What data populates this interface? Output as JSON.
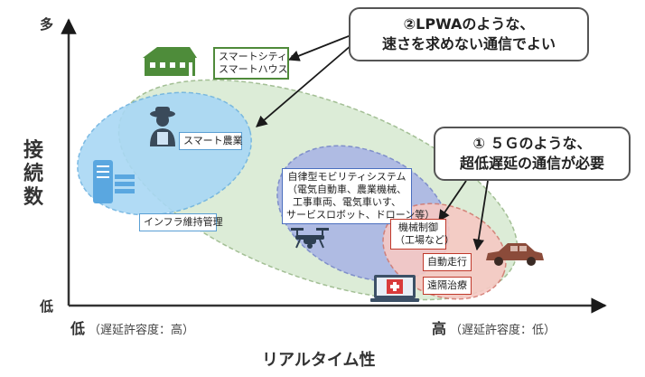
{
  "axes": {
    "y_high": "多",
    "y_low": "低",
    "y_label": [
      "接",
      "続",
      "数"
    ],
    "x_low_main": "低",
    "x_low_sub": "（遅延許容度：高）",
    "x_high_main": "高",
    "x_high_sub": "（遅延許容度：低）",
    "x_label": "リアルタイム性"
  },
  "callouts": {
    "lpwa": [
      "②LPWAのような、",
      "速さを求めない通信でよい"
    ],
    "fiveg": [
      "① ５Ｇのような、",
      "超低遅延の通信が必要"
    ]
  },
  "tags": {
    "smart_city": [
      "スマートシティ・",
      "スマートハウス"
    ],
    "smart_agri": [
      "スマート農業"
    ],
    "infra": [
      "インフラ維持管理"
    ],
    "mobility": [
      "自律型モビリティシステム",
      "（電気自動車、農業機械、",
      "工事車両、電気車いす、",
      "サービスロボット、ドローン等）"
    ],
    "machine": [
      "機械制御",
      "（工場など）"
    ],
    "auto_drive": [
      "自動走行"
    ],
    "telemed": [
      "遠隔治療"
    ]
  },
  "colors": {
    "green_region": "#d9ead3",
    "blue_region": "#a9d8f5",
    "purple_region": "#a8b3e6",
    "red_region": "#f6c9c4",
    "arrow": "#1a1a1a"
  },
  "icons": [
    "house-icon",
    "farmer-icon",
    "server-icon",
    "drone-icon",
    "car-icon",
    "medical-monitor-icon"
  ]
}
